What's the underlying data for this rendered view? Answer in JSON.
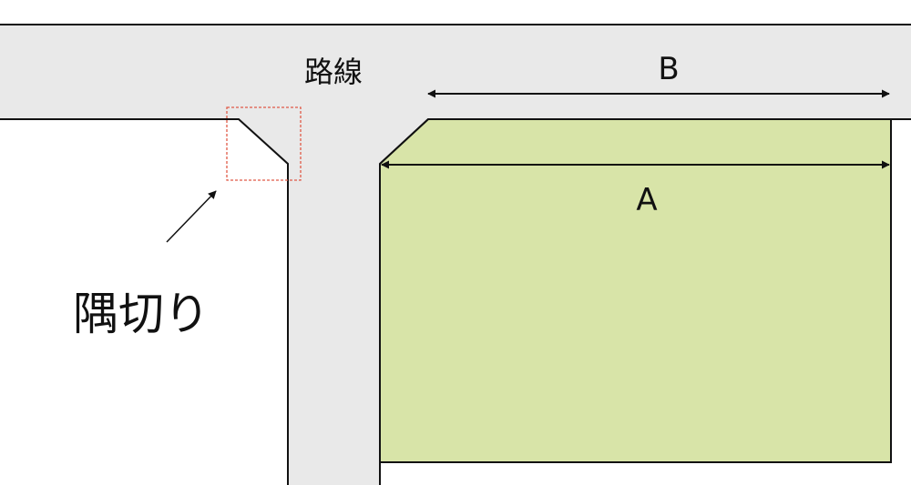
{
  "labels": {
    "road": "路線",
    "corner_cut": "隅切り",
    "dimension_a": "A",
    "dimension_b": "B"
  },
  "colors": {
    "road": "#e9e9e9",
    "lot": "#d8e4a8",
    "line": "#111111",
    "highlight": "#e05a47"
  }
}
